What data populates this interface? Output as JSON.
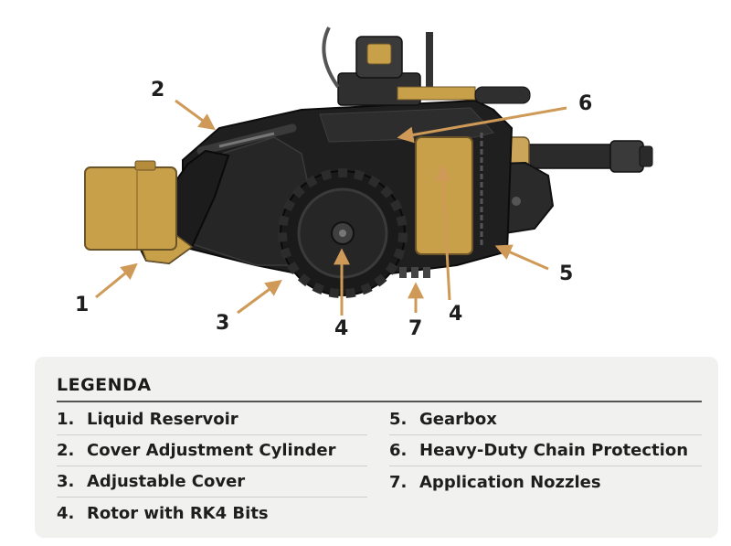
{
  "colors": {
    "machine_body": "#1f1f1f",
    "machine_edge": "#3a3a3a",
    "accent_gold": "#c9a04a",
    "arrow": "#cf9a57",
    "legend_bg": "#f1f1ef"
  },
  "diagram": {
    "callouts": [
      {
        "id": "1",
        "text": "1"
      },
      {
        "id": "2",
        "text": "2"
      },
      {
        "id": "3",
        "text": "3"
      },
      {
        "id": "4a",
        "text": "4"
      },
      {
        "id": "4b",
        "text": "4"
      },
      {
        "id": "5",
        "text": "5"
      },
      {
        "id": "6",
        "text": "6"
      },
      {
        "id": "7",
        "text": "7"
      }
    ]
  },
  "legend": {
    "title": "LEGENDA",
    "items": [
      {
        "num": "1.",
        "label": "Liquid Reservoir"
      },
      {
        "num": "2.",
        "label": "Cover Adjustment Cylinder"
      },
      {
        "num": "3.",
        "label": "Adjustable Cover"
      },
      {
        "num": "4.",
        "label": "Rotor with RK4 Bits"
      },
      {
        "num": "5.",
        "label": "Gearbox"
      },
      {
        "num": "6.",
        "label": "Heavy-Duty Chain Protection"
      },
      {
        "num": "7.",
        "label": "Application Nozzles"
      }
    ]
  }
}
